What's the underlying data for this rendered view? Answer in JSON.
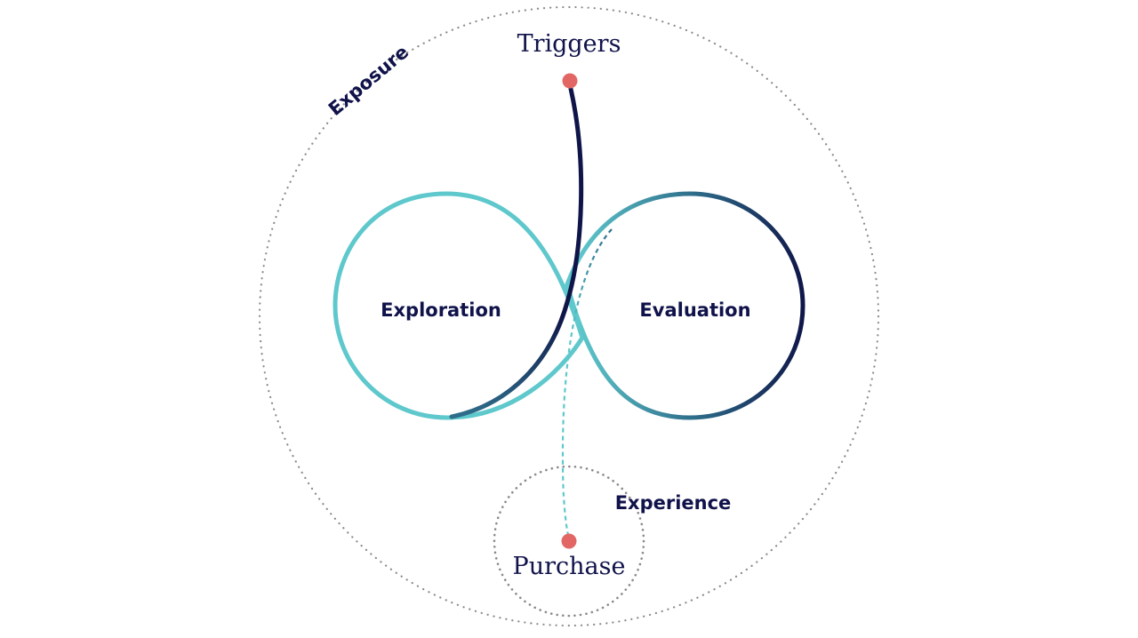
{
  "diagram": {
    "outer_ring_label": "Exposure",
    "inner_ring_label": "Experience",
    "loops": {
      "left": "Exploration",
      "right": "Evaluation"
    },
    "start_node": "Triggers",
    "end_node": "Purchase"
  },
  "colors": {
    "navy": "#0f1548",
    "teal": "#5ec8cc",
    "mid_blue": "#2f6f8c",
    "marker_red": "#e26764",
    "dotted_gray": "#8a8a8a"
  }
}
